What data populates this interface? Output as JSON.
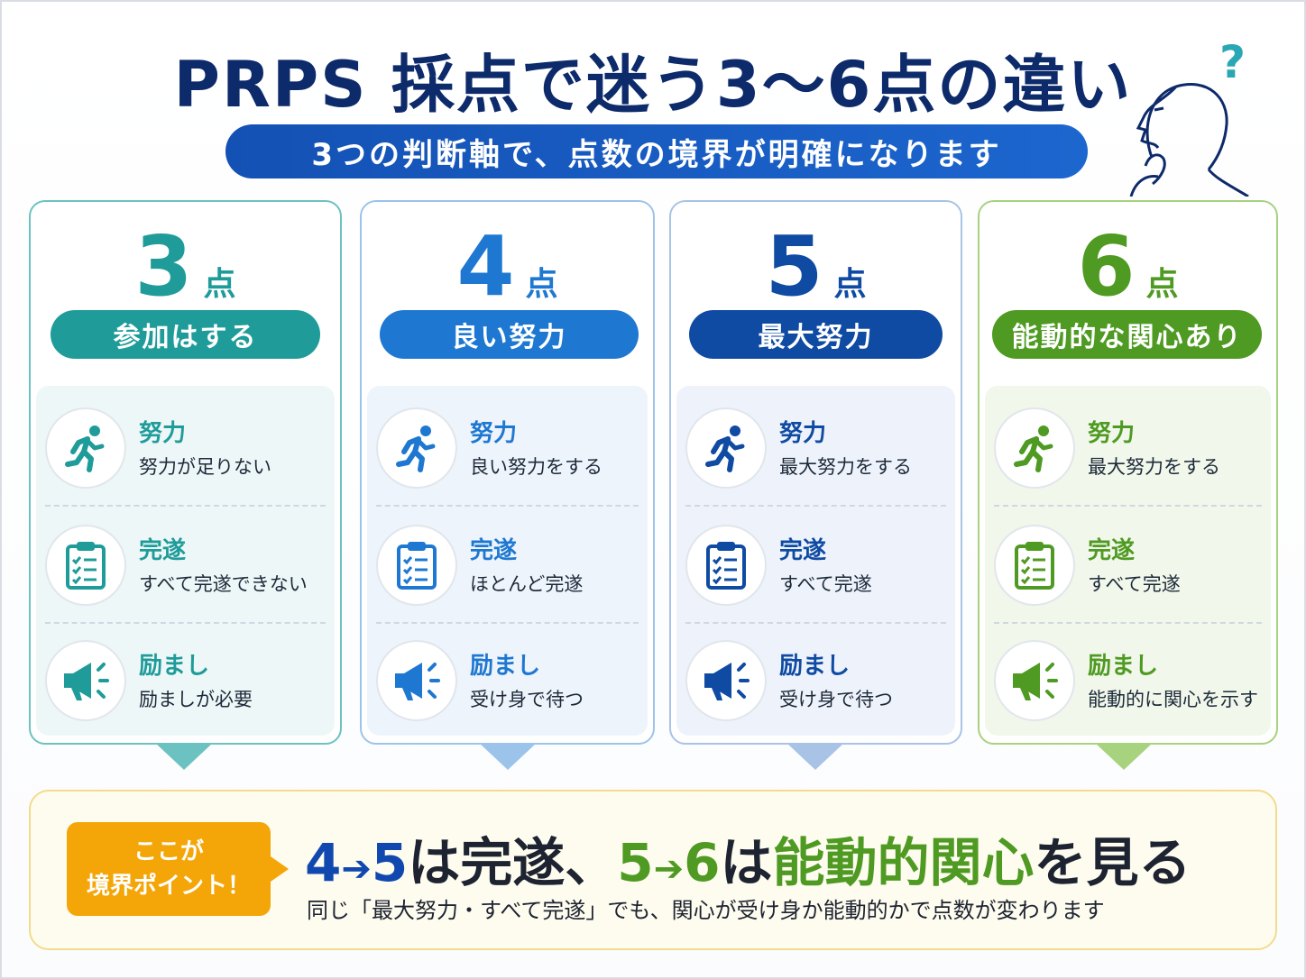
{
  "title": "PRPS 採点で迷う3～6点の違い",
  "subtitle": "3つの判断軸で、点数の境界が明確になります",
  "cards": [
    {
      "score": "3",
      "unit": "点",
      "label": "参加はする",
      "color": "#1f9c9a",
      "border": "#6cc2c0",
      "inner_bg": "#eef7f7",
      "rows": [
        {
          "icon": "runner-icon",
          "head": "努力",
          "desc": "努力が足りない"
        },
        {
          "icon": "clipboard-checklist-icon",
          "head": "完遂",
          "desc": "すべて完遂できない"
        },
        {
          "icon": "megaphone-icon",
          "head": "励まし",
          "desc": "励ましが必要"
        }
      ]
    },
    {
      "score": "4",
      "unit": "点",
      "label": "良い努力",
      "color": "#1e78d2",
      "border": "#9cc3ea",
      "inner_bg": "#eef4fb",
      "rows": [
        {
          "icon": "runner-icon",
          "head": "努力",
          "desc": "良い努力をする"
        },
        {
          "icon": "clipboard-checklist-icon",
          "head": "完遂",
          "desc": "ほとんど完遂"
        },
        {
          "icon": "megaphone-icon",
          "head": "励まし",
          "desc": "受け身で待つ"
        }
      ]
    },
    {
      "score": "5",
      "unit": "点",
      "label": "最大努力",
      "color": "#0f4aa3",
      "border": "#a9c3e6",
      "inner_bg": "#eef3fb",
      "rows": [
        {
          "icon": "runner-icon",
          "head": "努力",
          "desc": "最大努力をする"
        },
        {
          "icon": "clipboard-checklist-icon",
          "head": "完遂",
          "desc": "すべて完遂"
        },
        {
          "icon": "megaphone-icon",
          "head": "励まし",
          "desc": "受け身で待つ"
        }
      ]
    },
    {
      "score": "6",
      "unit": "点",
      "label": "能動的な関心あり",
      "color": "#4f9a22",
      "border": "#a7d27e",
      "inner_bg": "#f1f7ea",
      "rows": [
        {
          "icon": "runner-icon",
          "head": "努力",
          "desc": "最大努力をする"
        },
        {
          "icon": "clipboard-checklist-icon",
          "head": "完遂",
          "desc": "すべて完遂"
        },
        {
          "icon": "megaphone-icon",
          "head": "励まし",
          "desc": "能動的に関心を示す"
        }
      ]
    }
  ],
  "callout": {
    "line1": "ここが",
    "line2": "境界ポイント！"
  },
  "headline": {
    "a": "4",
    "arrow": "➔",
    "b": "5",
    "mid1": "は完遂、",
    "c": "5",
    "d": "6",
    "mid2": "は",
    "key": "能動的関心",
    "end": "を見る"
  },
  "note": "同じ「最大努力・すべて完遂」でも、関心が受け身か能動的かで点数が変わります",
  "colors": {
    "accent_orange": "#f4a608",
    "title_navy": "#0d2a6b"
  }
}
